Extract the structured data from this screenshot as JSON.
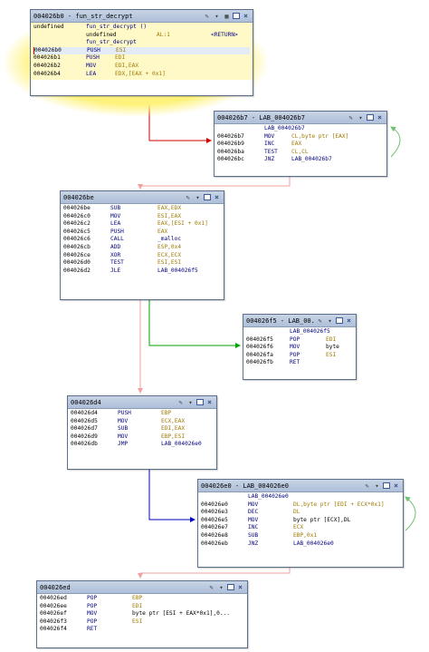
{
  "colors": {
    "fall_through": "#f0a0a0",
    "taken_jump": "#d00000",
    "not_taken": "#00a000",
    "unconditional": "#0000c0",
    "loop": "#70c070"
  },
  "block1": {
    "title": "004026b0 - fun_str_decrypt",
    "sig_ret": "undefined",
    "sig_name": "fun_str_decrypt ()",
    "local_type": "undefined",
    "local_reg": "AL:1",
    "local_name": "<RETURN>",
    "func_label": "fun_str_decrypt",
    "rows": [
      {
        "addr": "004026b0",
        "mn": "PUSH",
        "ops": "ESI"
      },
      {
        "addr": "004026b1",
        "mn": "PUSH",
        "ops": "EDI"
      },
      {
        "addr": "004026b2",
        "mn": "MOV",
        "ops": "EDI,EAX"
      },
      {
        "addr": "004026b4",
        "mn": "LEA",
        "ops": "EDX,[EAX + 0x1]"
      }
    ]
  },
  "block2": {
    "title": "004026b7 - LAB_004026b7",
    "label": "LAB_004026b7",
    "rows": [
      {
        "addr": "004026b7",
        "mn": "MOV",
        "ops": "CL,byte ptr [EAX]"
      },
      {
        "addr": "004026b9",
        "mn": "INC",
        "ops": "EAX"
      },
      {
        "addr": "004026ba",
        "mn": "TEST",
        "ops": "CL,CL"
      },
      {
        "addr": "004026bc",
        "mn": "JNZ",
        "ops": "LAB_004026b7"
      }
    ]
  },
  "block3": {
    "title": "004026be",
    "rows": [
      {
        "addr": "004026be",
        "mn": "SUB",
        "ops": "EAX,EDX"
      },
      {
        "addr": "004026c0",
        "mn": "MOV",
        "ops": "ESI,EAX"
      },
      {
        "addr": "004026c2",
        "mn": "LEA",
        "ops": "EAX,[ESI + 0x1]"
      },
      {
        "addr": "004026c5",
        "mn": "PUSH",
        "ops": "EAX"
      },
      {
        "addr": "004026c6",
        "mn": "CALL",
        "ops": "_malloc"
      },
      {
        "addr": "004026cb",
        "mn": "ADD",
        "ops": "ESP,0x4"
      },
      {
        "addr": "004026ce",
        "mn": "XOR",
        "ops": "ECX,ECX"
      },
      {
        "addr": "004026d0",
        "mn": "TEST",
        "ops": "ESI,ESI"
      },
      {
        "addr": "004026d2",
        "mn": "JLE",
        "ops": "LAB_004026f5"
      }
    ]
  },
  "block4": {
    "title": "004026f5 - LAB_00...",
    "label": "LAB_004026f5",
    "rows": [
      {
        "addr": "004026f5",
        "mn": "POP",
        "ops": "EDI"
      },
      {
        "addr": "004026f6",
        "mn": "MOV",
        "ops": "byte"
      },
      {
        "addr": "004026fa",
        "mn": "POP",
        "ops": "ESI"
      },
      {
        "addr": "004026fb",
        "mn": "RET",
        "ops": ""
      }
    ]
  },
  "block5": {
    "title": "004026d4",
    "rows": [
      {
        "addr": "004026d4",
        "mn": "PUSH",
        "ops": "EBP"
      },
      {
        "addr": "004026d5",
        "mn": "MOV",
        "ops": "ECX,EAX"
      },
      {
        "addr": "004026d7",
        "mn": "SUB",
        "ops": "EDI,EAX"
      },
      {
        "addr": "004026d9",
        "mn": "MOV",
        "ops": "EBP,ESI"
      },
      {
        "addr": "004026db",
        "mn": "JMP",
        "ops": "LAB_004026e0"
      }
    ]
  },
  "block6": {
    "title": "004026e0 - LAB_004026e0",
    "label": "LAB_004026e0",
    "rows": [
      {
        "addr": "004026e0",
        "mn": "MOV",
        "ops": "DL,byte ptr [EDI + ECX*0x1]"
      },
      {
        "addr": "004026e3",
        "mn": "DEC",
        "ops": "DL"
      },
      {
        "addr": "004026e5",
        "mn": "MOV",
        "ops": "byte ptr [ECX],DL"
      },
      {
        "addr": "004026e7",
        "mn": "INC",
        "ops": "ECX"
      },
      {
        "addr": "004026e8",
        "mn": "SUB",
        "ops": "EBP,0x1"
      },
      {
        "addr": "004026eb",
        "mn": "JNZ",
        "ops": "LAB_004026e0"
      }
    ]
  },
  "block7": {
    "title": "004026ed",
    "rows": [
      {
        "addr": "004026ed",
        "mn": "POP",
        "ops": "EBP"
      },
      {
        "addr": "004026ee",
        "mn": "POP",
        "ops": "EDI"
      },
      {
        "addr": "004026ef",
        "mn": "MOV",
        "ops": "byte ptr [ESI + EAX*0x1],0..."
      },
      {
        "addr": "004026f3",
        "mn": "POP",
        "ops": "ESI"
      },
      {
        "addr": "004026f4",
        "mn": "RET",
        "ops": ""
      }
    ]
  }
}
